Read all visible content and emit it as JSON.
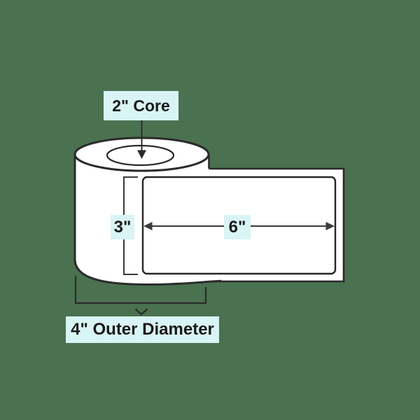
{
  "diagram": {
    "kind": "label-roll-dimension-diagram",
    "background_color": "#4a7150",
    "badge_background": "#d9f4f4",
    "outline_color": "#2b2b2b",
    "dimension_line_color": "#3a3a3a",
    "text_color": "#1a1a1a",
    "labels": {
      "core": "2\" Core",
      "label_height": "3\"",
      "label_width": "6\"",
      "outer_diameter": "4\" Outer Diameter"
    },
    "measurements": {
      "core_inches": 2,
      "label_height_inches": 3,
      "label_width_inches": 6,
      "outer_diameter_inches": 4
    }
  }
}
